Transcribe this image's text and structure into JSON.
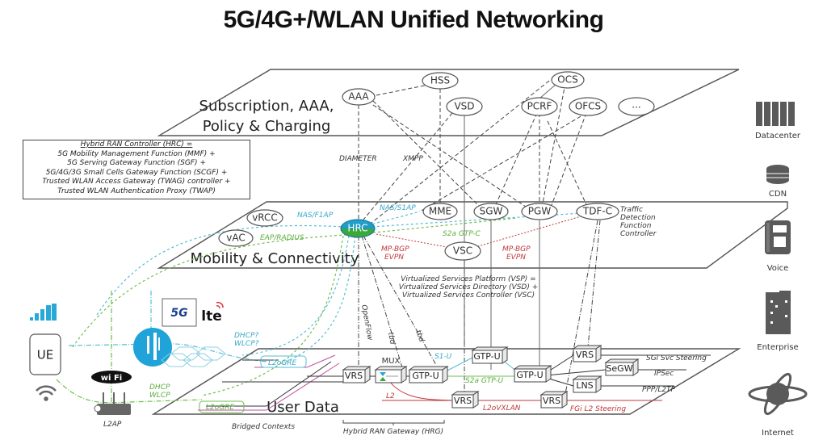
{
  "title": "5G/4G+/WLAN Unified Networking",
  "planes": {
    "subscription": {
      "label_line1": "Subscription, AAA,",
      "label_line2": "Policy & Charging"
    },
    "mobility": {
      "label": "Mobility & Connectivity"
    },
    "user_data": {
      "label": "User Data"
    }
  },
  "subscription_nodes": {
    "aaa": "AAA",
    "hss": "HSS",
    "vsd": "VSD",
    "ocs": "OCS",
    "pcrf": "PCRF",
    "ofcs": "OFCS",
    "more": "..."
  },
  "mobility_nodes": {
    "vrcc": "vRCC",
    "vac": "vAC",
    "hrc": "HRC",
    "mme": "MME",
    "sgw": "SGW",
    "pgw": "PGW",
    "tdfc": "TDF-C",
    "vsc": "VSC"
  },
  "hrc_definition": {
    "heading": "Hybrid RAN Controller (HRC) =",
    "lines": [
      "5G Mobility Management Function (MMF) +",
      "5G Serving Gateway Function (SGF) +",
      "5G/4G/3G Small Cells Gateway Function (SCGF) +",
      "Trusted WLAN Access Gateway (TWAG) controller +",
      "Trusted WLAN Authentication Proxy (TWAP)"
    ]
  },
  "vsp_definition": {
    "lines": [
      "Virtualized Services Platform (VSP) =",
      "Virtualized Services Directory (VSD) +",
      "Virtualized Services Controller (VSC)"
    ]
  },
  "tdf_description": [
    "Traffic",
    "Detection",
    "Function",
    "Controller"
  ],
  "protocol_labels": {
    "diameter": "DIAMETER",
    "xmpp": "XMPP",
    "nas_f1ap": "NAS/F1AP",
    "nas_s1ap": "NAS/S1AP",
    "eap_radius": "EAP/RADIUS",
    "s2a_gtp_c": "S2a GTP-C",
    "mp_bgp_left": [
      "MP-BGP",
      "EVPN"
    ],
    "mp_bgp_right": [
      "MP-BGP",
      "EVPN"
    ],
    "openflow": "OpenFlow",
    "tbd1": "tbd",
    "tbd2": "tbd",
    "dhcp_q": [
      "DHCP?",
      "WLCP?"
    ],
    "dhcp": [
      "DHCP",
      "WLCP"
    ],
    "l2ogre_cyan": "L2oGRE",
    "l2ogre_green": "L2oGRE",
    "s1u": "S1-U",
    "s2a_gtp_u": "S2a GTP-U",
    "l2": "L2",
    "l2ovxlan": "L2oVXLAN",
    "fgi_l2": "FGi L2 Steering",
    "sgi_svc": "SGi Svc Steering",
    "ipsec": "IPSec",
    "ppp_l2tp": "PPP/L2TP",
    "bridged_contexts": "Bridged Contexts",
    "hrg": "Hybrid RAN Gateway (HRG)",
    "mux": "MUX"
  },
  "user_data_boxes": {
    "vrs1": "VRS",
    "gtpu1": "GTP-U",
    "gtpu2": "GTP-U",
    "gtpu3": "GTP-U",
    "vrs2": "VRS",
    "vrs3": "VRS",
    "vrs4": "VRS",
    "segw": "SeGW",
    "lns": "LNS"
  },
  "access": {
    "ue": "UE",
    "l2ap": "L2AP",
    "wifi_logo": "wi Fi",
    "lte_logo": "lte",
    "5g_logo": "5G"
  },
  "services": [
    {
      "label": "Datacenter",
      "icon": "datacenter-icon"
    },
    {
      "label": "CDN",
      "icon": "cdn-icon"
    },
    {
      "label": "Voice",
      "icon": "voice-icon"
    },
    {
      "label": "Enterprise",
      "icon": "enterprise-icon"
    },
    {
      "label": "Internet",
      "icon": "internet-icon"
    }
  ],
  "colors": {
    "cyan": "#56bcd8",
    "green": "#6cbf4a",
    "red": "#c0373b",
    "magenta": "#d0509a",
    "hrc_top": "#1fa3d0",
    "hrc_bottom": "#3aa93a"
  }
}
